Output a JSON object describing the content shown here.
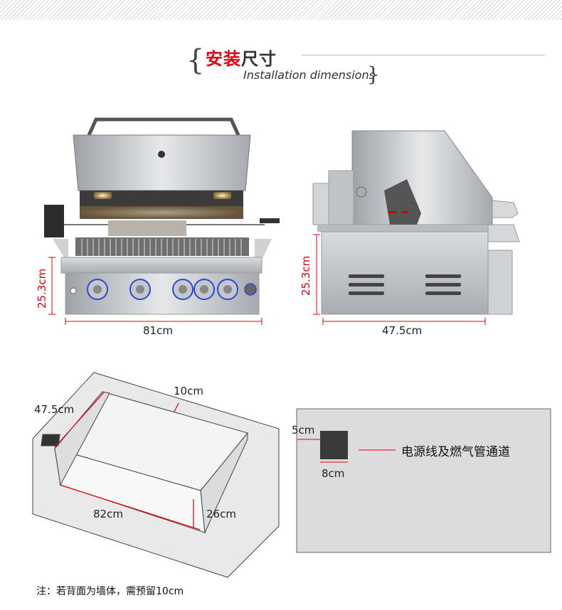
{
  "title": {
    "cn_red": "安装",
    "cn_dark": "尺寸",
    "en": "Installation dimensions"
  },
  "front_view": {
    "height_label": "25.3cm",
    "width_label": "81cm"
  },
  "side_view": {
    "height_label": "25.3cm",
    "depth_label": "47.5cm"
  },
  "cabinet": {
    "depth": "47.5cm",
    "back_gap": "10cm",
    "width": "82cm",
    "height": "26cm"
  },
  "cutout": {
    "offset": "5cm",
    "size": "8cm",
    "label": "电源线及燃气管通道"
  },
  "note": "注：若背面为墙体，需预留10cm",
  "colors": {
    "accent": "#e3000f",
    "steel": "#c9cbcd",
    "panel": "#dcdcdc"
  }
}
